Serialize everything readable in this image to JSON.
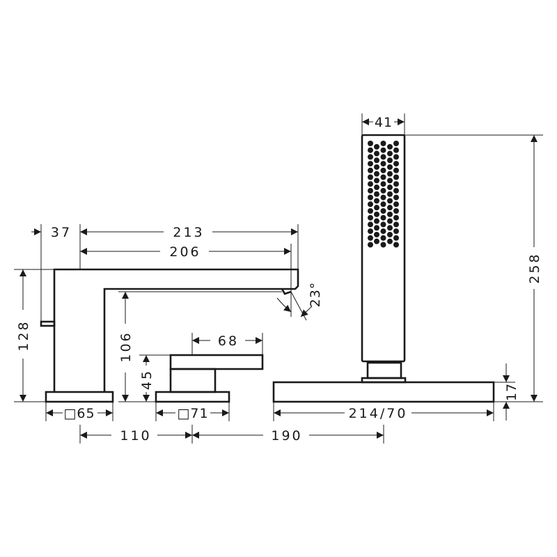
{
  "dimensions": {
    "spout_offset": "37",
    "spout_length_total": "213",
    "spout_length": "206",
    "spout_height": "128",
    "spout_outlet_height": "106",
    "spout_angle": "23°",
    "mixer_height": "45",
    "handle_length": "68",
    "spout_base": "□65",
    "mixer_base": "□71",
    "spacing_spout_mixer": "110",
    "spacing_mixer_shower": "190",
    "shower_width": "41",
    "shower_height": "258",
    "shower_base": "214/70",
    "shower_base_height": "17"
  },
  "colors": {
    "line": "#1a1a1a",
    "background": "#ffffff"
  }
}
